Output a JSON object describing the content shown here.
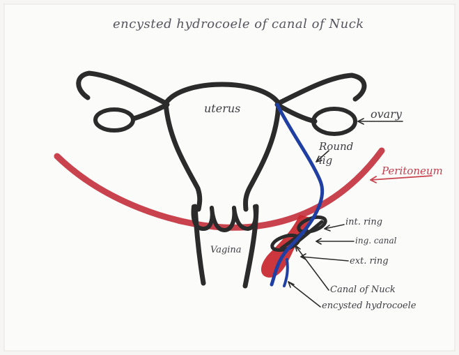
{
  "title": "encysted hydrocoele of canal of Nuck",
  "labels": {
    "uterus": "uterus",
    "ovary": "ovary",
    "round_lig_line1": "Round",
    "round_lig_line2": "lig",
    "peritoneum": "Peritoneum",
    "vagina": "Vagina",
    "int_ring": "int. ring",
    "ing_canal": "ing. canal",
    "ext_ring": "ext. ring",
    "canal_of_nuck": "Canal of Nuck",
    "encysted_hydrocele": "encysted hydrocoele"
  },
  "colors": {
    "outline": "#2b2b2b",
    "round_ligament": "#1f3fa3",
    "peritoneum": "#c9434f",
    "hydrocele": "#c8262e",
    "label_ink": "#3d3d44",
    "paper": "#f6f5f3"
  }
}
